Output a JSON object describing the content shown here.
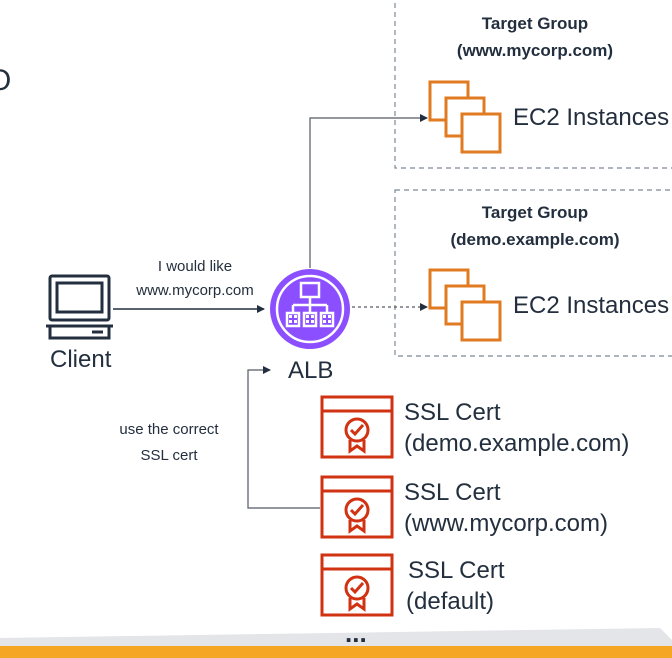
{
  "partial_glyph": "O",
  "client": {
    "label": "Client",
    "icon": "computer-icon"
  },
  "request": {
    "line1": "I would like",
    "line2": "www.mycorp.com"
  },
  "alb": {
    "label": "ALB",
    "icon": "load-balancer-icon",
    "color": "#8c4fff"
  },
  "target_groups": [
    {
      "title": "Target Group",
      "domain": "(www.mycorp.com)",
      "instances_label": "EC2 Instances"
    },
    {
      "title": "Target Group",
      "domain": "(demo.example.com)",
      "instances_label": "EC2 Instances"
    }
  ],
  "cert_note": {
    "line1": "use the correct",
    "line2": "SSL cert"
  },
  "certificates": [
    {
      "name": "SSL Cert",
      "domain": "(demo.example.com)"
    },
    {
      "name": "SSL Cert",
      "domain": "(www.mycorp.com)"
    },
    {
      "name": "SSL Cert",
      "domain": "(default)"
    }
  ],
  "ellipsis": "...",
  "colors": {
    "ec2": "#e07b22",
    "cert": "#d13212",
    "alb": "#8c4fff",
    "text": "#232f3e",
    "arrow": "#545b64"
  }
}
